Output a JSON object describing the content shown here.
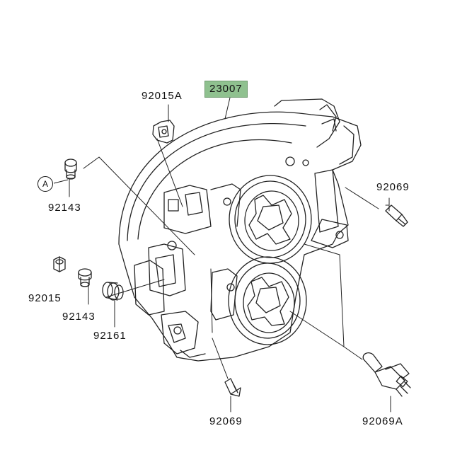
{
  "colors": {
    "highlight": "#8fc18f",
    "line": "#222222",
    "background": "#ffffff"
  },
  "reference_marker": "A",
  "parts": [
    {
      "id": "main",
      "number": "23007",
      "highlighted": true
    },
    {
      "id": "bracket-top",
      "number": "92015A"
    },
    {
      "id": "bolt-left",
      "number": "92143"
    },
    {
      "id": "nut",
      "number": "92015"
    },
    {
      "id": "bolt-mid",
      "number": "92143"
    },
    {
      "id": "grommet",
      "number": "92161"
    },
    {
      "id": "bulb-right",
      "number": "92069"
    },
    {
      "id": "bulb-bottom",
      "number": "92069"
    },
    {
      "id": "bulb-h4",
      "number": "92069A"
    }
  ]
}
